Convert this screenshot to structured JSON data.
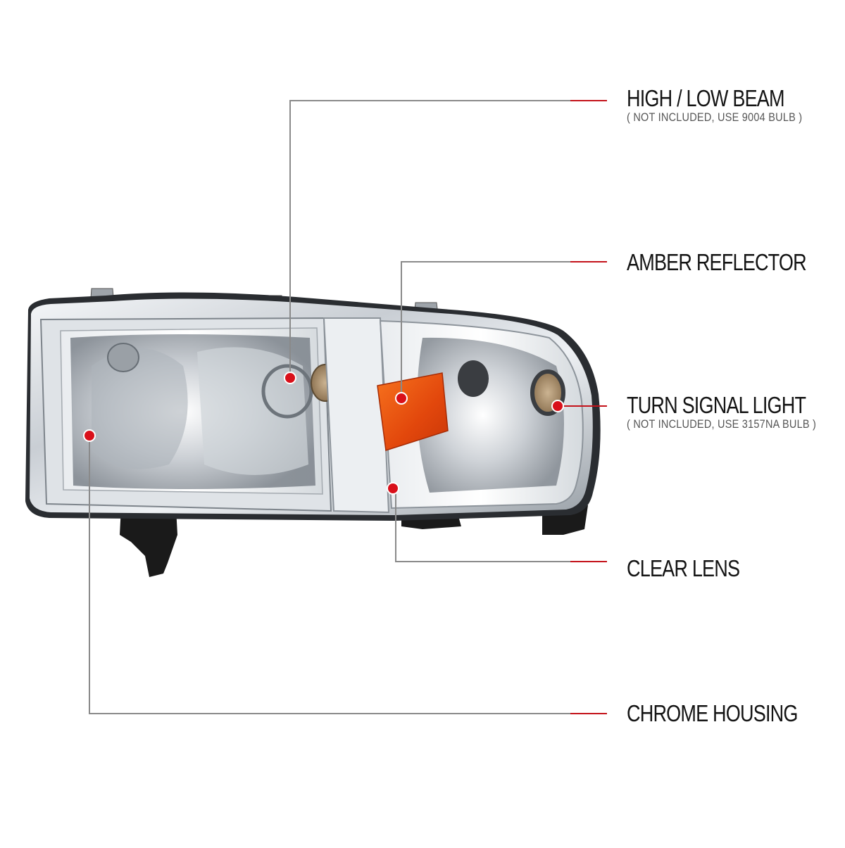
{
  "colors": {
    "leader_line": "#8a8a8a",
    "leader_accent": "#c4121a",
    "marker_dot": "#d9101a",
    "amber": "#e85a10",
    "chrome": "#cfd3d8",
    "housing_black": "#1a1a1a"
  },
  "callouts": [
    {
      "id": "high-low-beam",
      "title": "HIGH / LOW BEAM",
      "note": "( NOT INCLUDED, USE  9004  BULB )"
    },
    {
      "id": "amber-reflector",
      "title": "AMBER REFLECTOR",
      "note": ""
    },
    {
      "id": "turn-signal-light",
      "title": "TURN SIGNAL LIGHT",
      "note": "( NOT INCLUDED, USE  3157NA  BULB )"
    },
    {
      "id": "clear-lens",
      "title": "CLEAR LENS",
      "note": ""
    },
    {
      "id": "chrome-housing",
      "title": "CHROME HOUSING",
      "note": ""
    }
  ]
}
